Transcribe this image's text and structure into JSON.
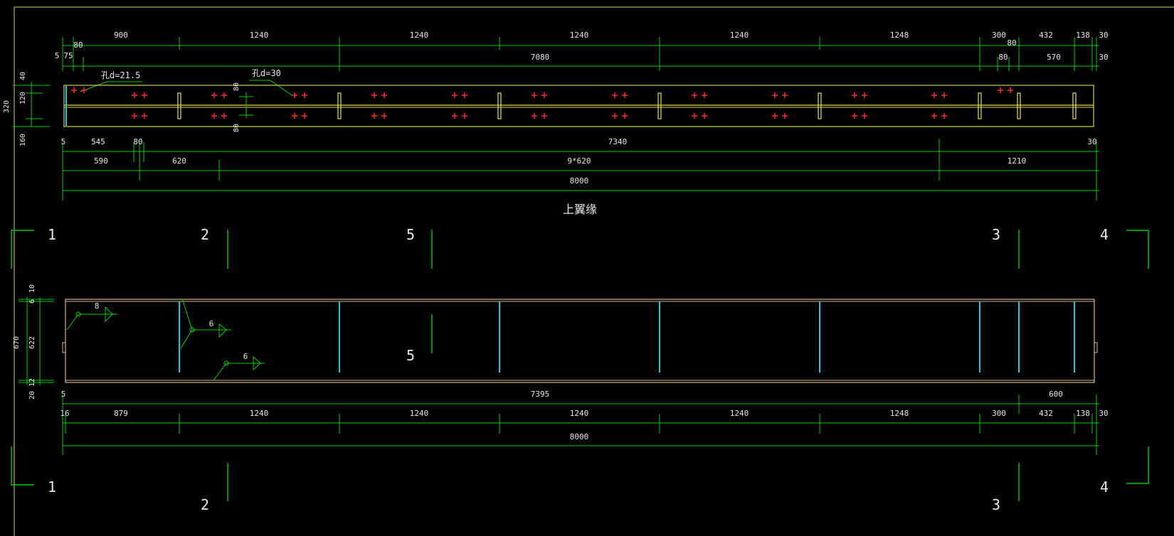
{
  "colors": {
    "background": "#000000",
    "dimension": "#00cc00",
    "outline": "#d6d64a",
    "stiffener_plan": "#e6e64a",
    "bolt": "#ff2a2a",
    "stiffener_elev": "#20c8d8",
    "web_outline": "#d9b48c",
    "label": "#e8e8e8",
    "frame": "#d6d64a",
    "section": "#00cc00"
  },
  "plan": {
    "title": "上翼缘",
    "top_dims_row1": [
      "80",
      "900",
      "1240",
      "1240",
      "1240",
      "1240",
      "1248",
      "300",
      "80",
      "432",
      "138",
      "30"
    ],
    "top_dims_row2": [
      "5",
      "75",
      "7080",
      "80",
      "570",
      "30"
    ],
    "hole_label_1": "孔d=21.5",
    "hole_label_2": "孔d=30",
    "left_dims": [
      "40",
      "120",
      "320",
      "160"
    ],
    "center_mark": [
      "80",
      "80"
    ],
    "bottom_dims_row1": [
      "5",
      "545",
      "80",
      "7340",
      "30"
    ],
    "bottom_dims_row2": [
      "590",
      "620",
      "9*620",
      "1210"
    ],
    "total": "8000"
  },
  "sections": {
    "upper": [
      "1",
      "2",
      "5",
      "3",
      "4"
    ],
    "lower": [
      "1",
      "2",
      "3",
      "4"
    ],
    "middle": "5"
  },
  "elevation": {
    "left_dims": [
      "10",
      "6",
      "622",
      "670",
      "12",
      "20"
    ],
    "welds": [
      "8",
      "6",
      "6"
    ],
    "bottom_dims_row1": [
      "5",
      "7395",
      "600"
    ],
    "bottom_dims_row2": [
      "16",
      "879",
      "1240",
      "1240",
      "1240",
      "1240",
      "1248",
      "300",
      "432",
      "138",
      "30"
    ],
    "total": "8000"
  }
}
